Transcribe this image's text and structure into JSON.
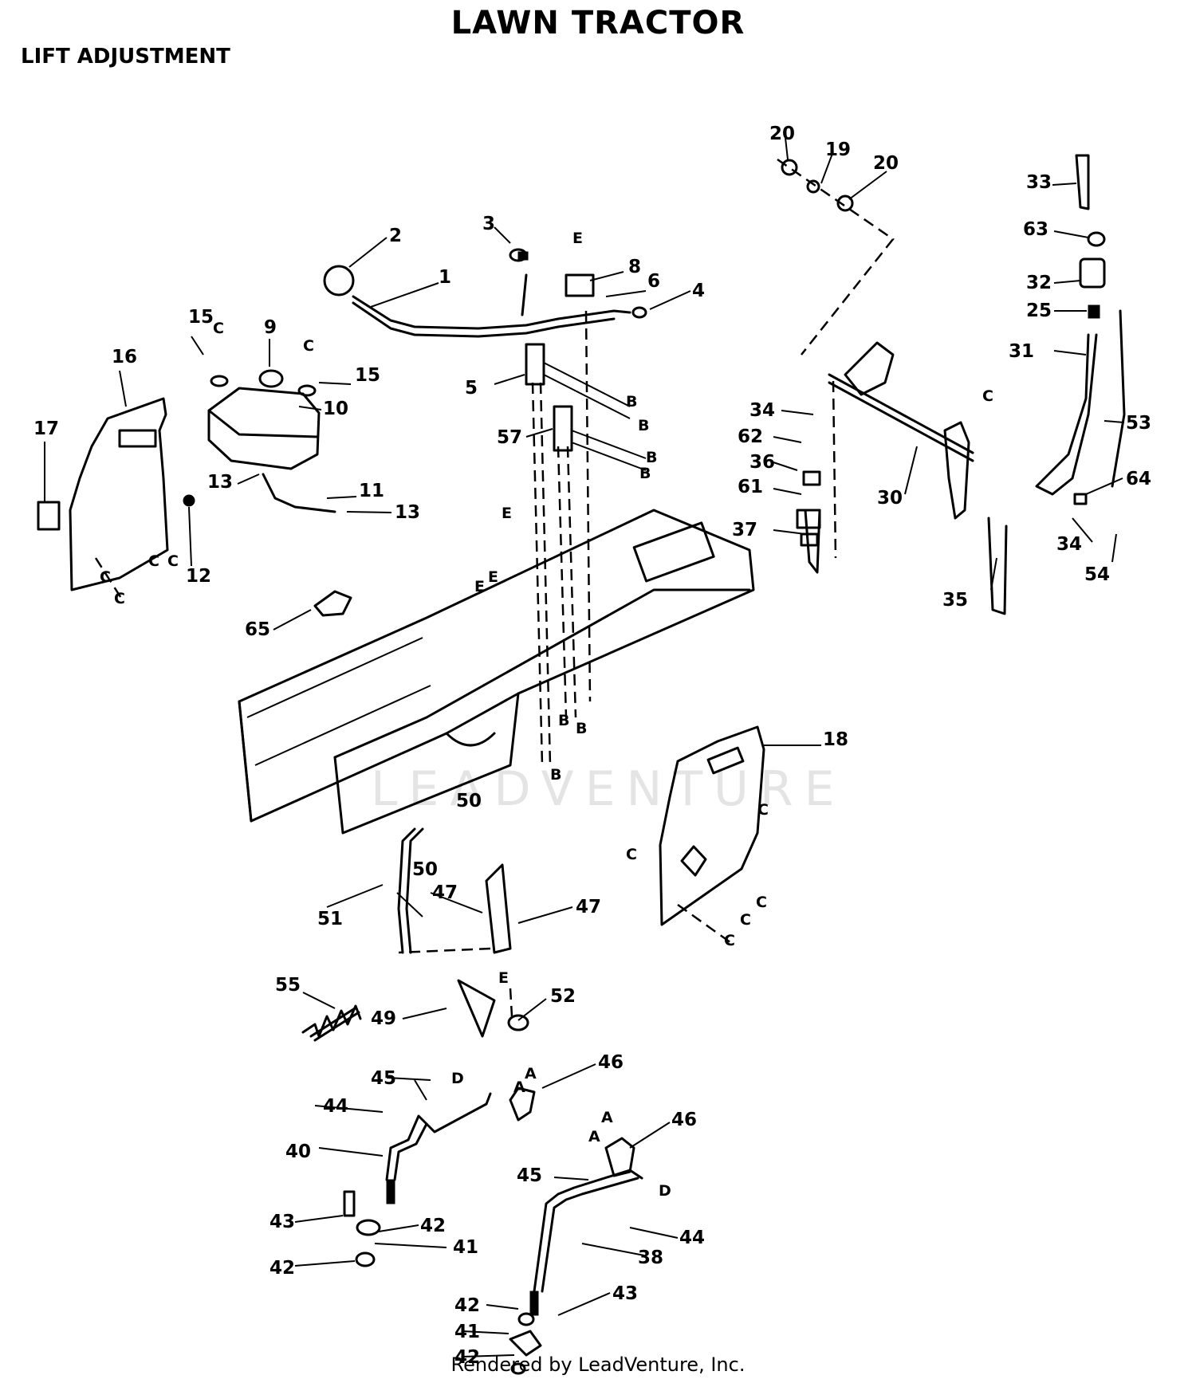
{
  "header": {
    "title": "LAWN TRACTOR",
    "subtitle": "LIFT ADJUSTMENT"
  },
  "diagram": {
    "watermark": "LEADVENTURE",
    "part_callouts": [
      "1",
      "2",
      "3",
      "4",
      "5",
      "6",
      "8",
      "9",
      "10",
      "11",
      "12",
      "13",
      "15",
      "16",
      "17",
      "18",
      "19",
      "20",
      "25",
      "30",
      "31",
      "32",
      "33",
      "34",
      "35",
      "36",
      "37",
      "38",
      "40",
      "41",
      "42",
      "43",
      "44",
      "45",
      "46",
      "47",
      "49",
      "50",
      "51",
      "52",
      "53",
      "54",
      "55",
      "57",
      "61",
      "62",
      "63",
      "64",
      "65"
    ],
    "connection_letters": [
      "A",
      "B",
      "C",
      "D",
      "E"
    ]
  },
  "footer": {
    "credit": "Rendered by LeadVenture, Inc."
  }
}
